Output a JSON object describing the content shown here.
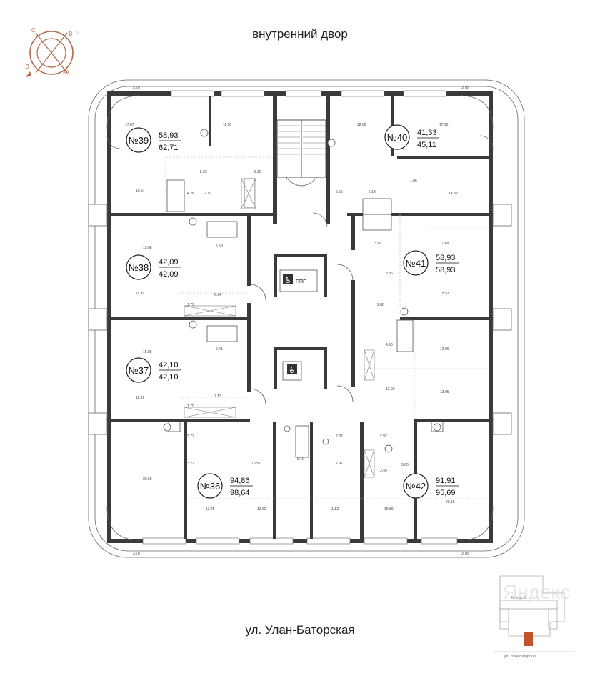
{
  "captions": {
    "top": "внутренний двор",
    "bottom": "ул. Улан-Баторская"
  },
  "compass": {
    "n": "С",
    "e": "В",
    "s": "Ю",
    "w": "З",
    "color": "#b06a4a"
  },
  "corner_dims": [
    "3.78",
    "3.78",
    "3.78",
    "3.78"
  ],
  "lift_label": "ППП",
  "units": [
    {
      "id": "u39",
      "no": "№39",
      "area": "58,93",
      "total": "62,71"
    },
    {
      "id": "u40",
      "no": "№40",
      "area": "41,33",
      "total": "45,11"
    },
    {
      "id": "u38",
      "no": "№38",
      "area": "42,09",
      "total": "42,09"
    },
    {
      "id": "u41",
      "no": "№41",
      "area": "58,93",
      "total": "58,93"
    },
    {
      "id": "u37",
      "no": "№37",
      "area": "42,10",
      "total": "42,10"
    },
    {
      "id": "u36",
      "no": "№36",
      "area": "94,86",
      "total": "98,64"
    },
    {
      "id": "u42",
      "no": "№42",
      "area": "91,91",
      "total": "95,69"
    }
  ],
  "rooms": [
    "17.87",
    "11.60",
    "12.68",
    "17.92",
    "5.23",
    "6.19",
    "10.97",
    "4.28",
    "2.79",
    "5.55",
    "5.18",
    "1.86",
    "14.89",
    "15.88",
    "5.59",
    "11.48",
    "3.96",
    "8.35",
    "11.89",
    "6.94",
    "15.53",
    "1.79",
    "2.86",
    "5.41",
    "4.90",
    "12.96",
    "15.88",
    "12.00",
    "13.05",
    "11.89",
    "7.13",
    "1.79",
    "3.72",
    "2.87",
    "2.92",
    "3.22",
    "10.51",
    "5.10",
    "2.97",
    "2.45",
    "3.60",
    "29.58",
    "29.15",
    "12.45",
    "12.62",
    "11.82",
    "10.80"
  ],
  "keyplan_labels": [
    "Корпус 1"
  ],
  "watermark": "Яндекс"
}
